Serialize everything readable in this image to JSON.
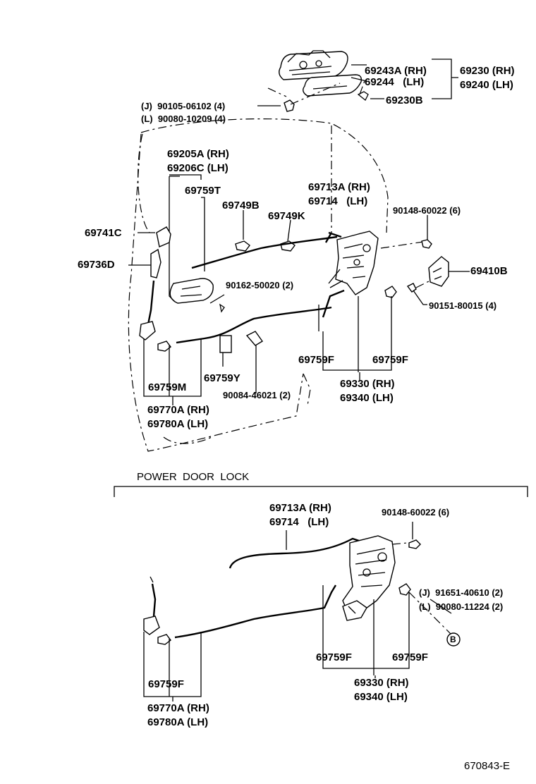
{
  "labels": {
    "p69230": "69230 (RH)",
    "p69240": "69240 (LH)",
    "p69243A": "69243A (RH)",
    "p69244": "69244   (LH)",
    "p69230B": "69230B",
    "p90105": "(J)  90105-06102 (4)",
    "p90080a": "(L)  90080-10209 (4)",
    "p69205A": "69205A (RH)",
    "p69206C": "69206C (LH)",
    "p69759T": "69759T",
    "p69749B": "69749B",
    "p69749K": "69749K",
    "p69713A_top": "69713A (RH)",
    "p69714_top": "69714   (LH)",
    "p90148_top": "90148-60022 (6)",
    "p69741C": "69741C",
    "p69736D": "69736D",
    "p69410B": "69410B",
    "p90162": "90162-50020 (2)",
    "p90151": "90151-80015 (4)",
    "p69759F_a": "69759F",
    "p69759F_b": "69759F",
    "p69759M": "69759M",
    "p69759Y": "69759Y",
    "p90084": "90084-46021 (2)",
    "p69770A_top": "69770A (RH)",
    "p69780A_top": "69780A (LH)",
    "p69330_top": "69330 (RH)",
    "p69340_top": "69340 (LH)",
    "section_title": "POWER  DOOR  LOCK",
    "p69713A_bot": "69713A (RH)",
    "p69714_bot": "69714   (LH)",
    "p90148_bot": "90148-60022 (6)",
    "p91651": "(J)  91651-40610 (2)",
    "p90080b": "(L)  90080-11224 (2)",
    "callout_b": "B",
    "p69759F_c": "69759F",
    "p69759F_d": "69759F",
    "p69759F_e": "69759F",
    "p69770A_bot": "69770A (RH)",
    "p69780A_bot": "69780A (LH)",
    "p69330_bot": "69330 (RH)",
    "p69340_bot": "69340 (LH)",
    "figure_code": "670843-E"
  }
}
